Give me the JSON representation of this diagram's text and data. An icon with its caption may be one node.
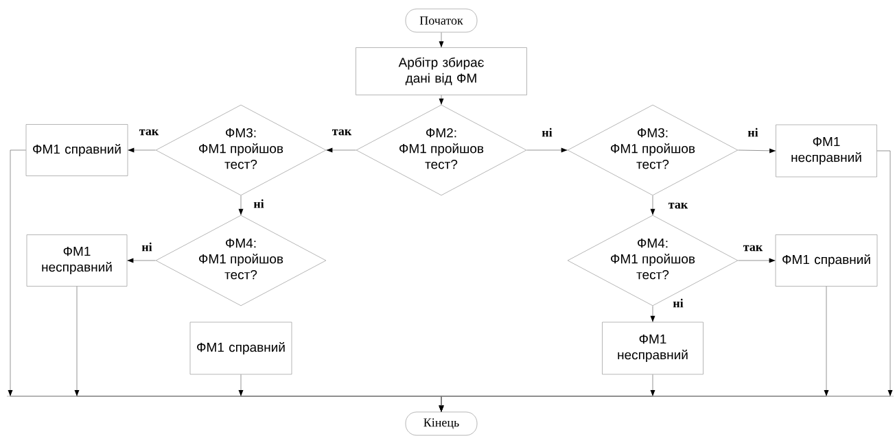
{
  "diagram": {
    "nodes": [
      {
        "text": [
          "Початок"
        ]
      },
      {
        "text": [
          "Арбітр збирає дані від ФМ"
        ]
      },
      {
        "text": [
          "ФМ2:",
          "ФМ1 пройшов тест?"
        ]
      },
      {
        "text": [
          "ФМ1 справний"
        ]
      },
      {
        "text": [
          "ФМ3:",
          "ФМ1 пройшов тест?"
        ]
      },
      {
        "text": [
          "ФМ3:",
          "ФМ1 пройшов тест?"
        ]
      },
      {
        "text": [
          "ФМ1 несправний"
        ]
      },
      {
        "text": [
          "ФМ1 несправний"
        ]
      },
      {
        "text": [
          "ФМ4:",
          "ФМ1 пройшов тест?"
        ]
      },
      {
        "text": [
          "ФМ4:",
          "ФМ1 пройшов тест?"
        ]
      },
      {
        "text": [
          "ФМ1 справний"
        ]
      },
      {
        "text": [
          "ФМ1 справний"
        ]
      },
      {
        "text": [
          "ФМ1 несправний"
        ]
      },
      {
        "text": [
          "Кінець"
        ]
      }
    ],
    "edges": [
      {
        "from": 0,
        "to": 1,
        "arrow": "to"
      },
      {
        "from": 1,
        "to": 2,
        "arrow": "to"
      },
      {
        "from": 2,
        "to": 4,
        "arrow": "to",
        "label": "так"
      },
      {
        "from": 2,
        "to": 5,
        "arrow": "to",
        "label": "ні"
      },
      {
        "from": 4,
        "to": 3,
        "arrow": "to",
        "label": "так"
      },
      {
        "from": 4,
        "to": 8,
        "arrow": "to",
        "label": "ні"
      },
      {
        "from": 5,
        "to": 6,
        "arrow": "to",
        "label": "ні"
      },
      {
        "from": 5,
        "to": 9,
        "arrow": "to",
        "label": "так"
      },
      {
        "from": 8,
        "to": 7,
        "arrow": "to",
        "label": "ні"
      },
      {
        "from": 9,
        "to": 10,
        "arrow": "to",
        "label": "так"
      },
      {
        "from": 9,
        "to": 12,
        "arrow": "to",
        "label": "ні"
      },
      {
        "from": 3,
        "to": 13,
        "arrow": "to"
      },
      {
        "from": 7,
        "to": 13,
        "arrow": "to"
      },
      {
        "from": 11,
        "to": 13,
        "arrow": "to"
      },
      {
        "from": 12,
        "to": 13,
        "arrow": "to"
      },
      {
        "from": 10,
        "to": 13,
        "arrow": "to"
      },
      {
        "from": 6,
        "to": 13,
        "arrow": "to"
      }
    ]
  }
}
